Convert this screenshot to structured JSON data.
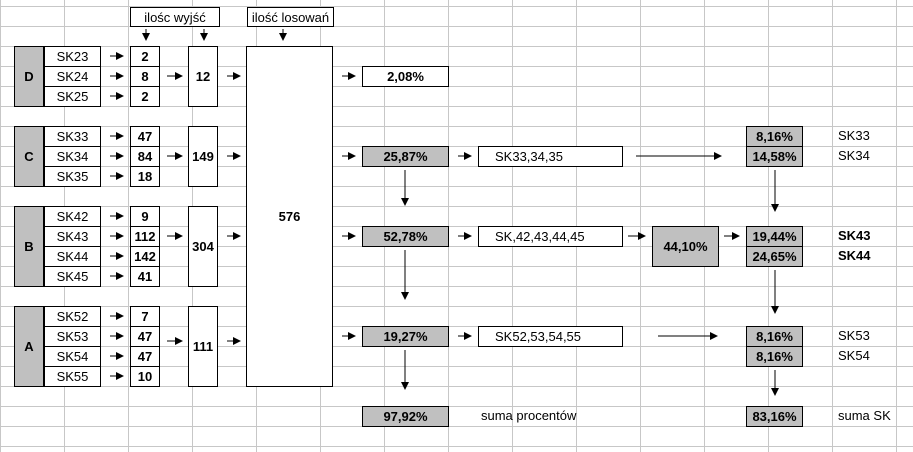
{
  "headers": {
    "wyjscia": "ilośc wyjść",
    "losowan": "ilość losowań"
  },
  "total_draws": "576",
  "groups": [
    {
      "letter": "D",
      "codes": [
        "SK23",
        "SK24",
        "SK25"
      ],
      "counts": [
        "2",
        "8",
        "2"
      ],
      "sum": "12",
      "percent": "2,08%"
    },
    {
      "letter": "C",
      "codes": [
        "SK33",
        "SK34",
        "SK35"
      ],
      "counts": [
        "47",
        "84",
        "18"
      ],
      "sum": "149",
      "percent": "25,87%",
      "set_label": "SK33,34,35"
    },
    {
      "letter": "B",
      "codes": [
        "SK42",
        "SK43",
        "SK44",
        "SK45"
      ],
      "counts": [
        "9",
        "112",
        "142",
        "41"
      ],
      "sum": "304",
      "percent": "52,78%",
      "set_label": "SK,42,43,44,45"
    },
    {
      "letter": "A",
      "codes": [
        "SK52",
        "SK53",
        "SK54",
        "SK55"
      ],
      "counts": [
        "7",
        "47",
        "47",
        "10"
      ],
      "sum": "111",
      "percent": "19,27%",
      "set_label": "SK52,53,54,55"
    }
  ],
  "percent_sum": {
    "value": "97,92%",
    "label": "suma procentów"
  },
  "b_sub_percent": "44,10%",
  "right_results": [
    {
      "value": "8,16%",
      "label": "SK33"
    },
    {
      "value": "14,58%",
      "label": "SK34"
    },
    {
      "value": "19,44%",
      "label": "SK43"
    },
    {
      "value": "24,65%",
      "label": "SK44"
    },
    {
      "value": "8,16%",
      "label": "SK53"
    },
    {
      "value": "8,16%",
      "label": "SK54"
    }
  ],
  "sk_sum": {
    "value": "83,16%",
    "label": "suma SK"
  }
}
